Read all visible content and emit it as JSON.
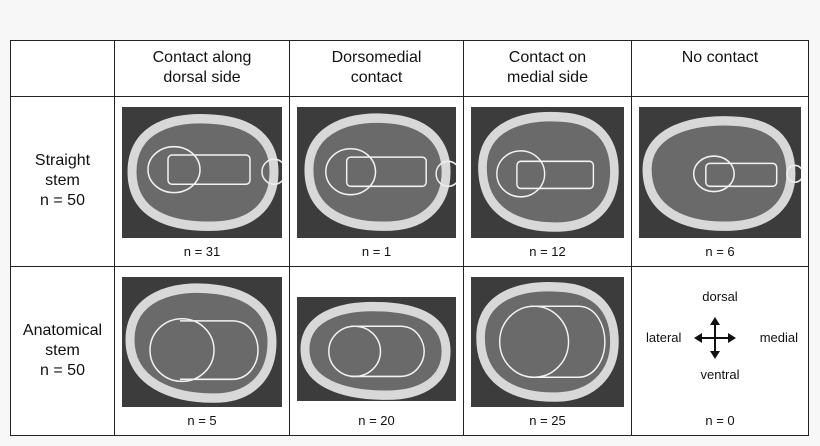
{
  "corner": "",
  "columns": [
    {
      "label": "Contact along\ndorsal side"
    },
    {
      "label": "Dorsomedial\ncontact"
    },
    {
      "label": "Contact on\nmedial side"
    },
    {
      "label": "No contact"
    }
  ],
  "rows": [
    {
      "label": "Straight\nstem\nn = 50",
      "cells": [
        {
          "count": "n = 31"
        },
        {
          "count": "n = 1"
        },
        {
          "count": "n = 12"
        },
        {
          "count": "n = 6"
        }
      ]
    },
    {
      "label": "Anatomical\nstem\nn = 50",
      "cells": [
        {
          "count": "n = 5"
        },
        {
          "count": "n = 20"
        },
        {
          "count": "n = 25"
        },
        {
          "count": "n = 0"
        }
      ]
    }
  ],
  "legend": {
    "dorsal": "dorsal",
    "ventral": "ventral",
    "lateral": "lateral",
    "medial": "medial"
  }
}
